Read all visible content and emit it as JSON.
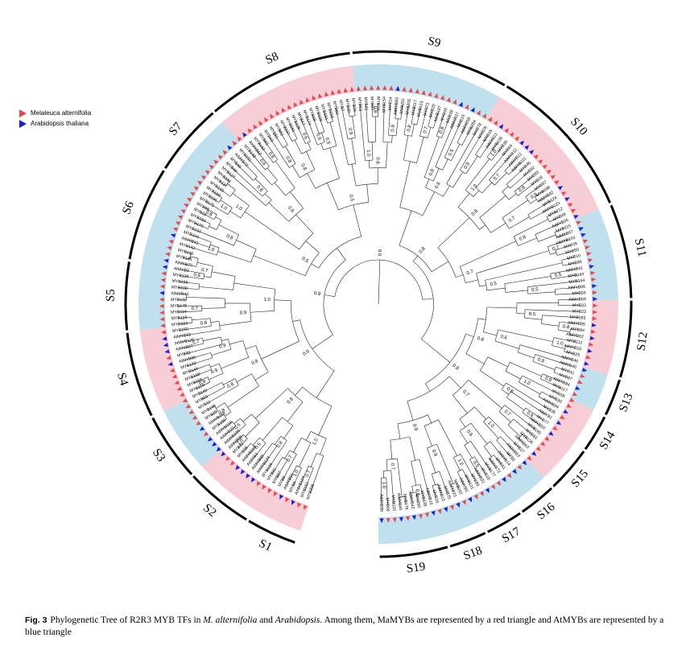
{
  "legend": {
    "items": [
      {
        "label": "Melaleuca alternifolia",
        "color": "#e8474f"
      },
      {
        "label": "Arabidopsis thaliana",
        "color": "#1a21c9"
      }
    ]
  },
  "colors": {
    "pink_band": "#f7cdd6",
    "blue_band": "#bfe0ec",
    "red_marker": "#e8474f",
    "blue_marker": "#1a21c9"
  },
  "clades": [
    {
      "label": "S1",
      "band": "pink"
    },
    {
      "label": "S2",
      "band": "pink"
    },
    {
      "label": "S3",
      "band": "blue"
    },
    {
      "label": "S4",
      "band": "pink"
    },
    {
      "label": "S5",
      "band": "blue"
    },
    {
      "label": "S6",
      "band": "blue"
    },
    {
      "label": "S7",
      "band": "blue"
    },
    {
      "label": "S8",
      "band": "pink"
    },
    {
      "label": "S9",
      "band": "blue"
    },
    {
      "label": "S10",
      "band": "pink"
    },
    {
      "label": "S11",
      "band": "blue"
    },
    {
      "label": "S12",
      "band": "pink"
    },
    {
      "label": "S13",
      "band": "blue"
    },
    {
      "label": "S14",
      "band": "pink"
    },
    {
      "label": "S15",
      "band": "pink"
    },
    {
      "label": "S16",
      "band": "blue"
    },
    {
      "label": "S17",
      "band": "blue"
    },
    {
      "label": "S18",
      "band": "blue"
    },
    {
      "label": "S19",
      "band": "blue"
    }
  ],
  "leaf_labels": [
    "MYB208",
    "MYB152",
    "AtMYB104",
    "MYB9",
    "AtMYB91",
    "MYB6",
    "MYB67",
    "MYB81",
    "MYB136",
    "AtMYB124",
    "AtMYB88",
    "AtMYB4",
    "AtMYB119",
    "MYB38",
    "MYB31",
    "AtMYB98",
    "AtMYB100",
    "AtMYB22",
    "AtMYB115",
    "MYB160",
    "AtMYB118",
    "MYB22",
    "MYB146",
    "MYB11",
    "MYB59",
    "MYB140",
    "MYB159",
    "MYB165",
    "MYB158",
    "MYB144",
    "MYB143",
    "AtMYB65",
    "MYB32",
    "AtMYB97",
    "AtMYB120",
    "AtMYB33",
    "MYB150",
    "MYB103",
    "MYB125",
    "MYB114",
    "MYB178",
    "MYB192",
    "AtMYB44",
    "MYB108",
    "MYB196",
    "MYB139",
    "AtMYB3",
    "AtMYB77",
    "MYB185",
    "MYB190",
    "MYB142",
    "AtMYB41",
    "MYB104",
    "MYB133",
    "MYB170",
    "MYB169",
    "MYB15",
    "MYB98",
    "MYB173",
    "MYB195",
    "MYB188",
    "MYB149",
    "MYB137",
    "MYB184",
    "MYB127",
    "MYB40",
    "MYB48",
    "AtMYB72",
    "MYB191",
    "MYB148",
    "AtMYB62",
    "MYB162",
    "MYB63",
    "MYB43",
    "MYB51",
    "MYB52",
    "MYB197",
    "MYB161",
    "MYB135",
    "MYB47",
    "MYB174",
    "MYB68",
    "MYB109",
    "MYB163",
    "MYB118",
    "MYB60",
    "MYB7",
    "MYB20",
    "MYB34",
    "MYB53",
    "MYB21",
    "MYB57",
    "MYB74",
    "MYB154",
    "MYB14",
    "AtMYB83",
    "MYB201",
    "MYB205",
    "MYB117",
    "MYB123",
    "MYB71",
    "MYB29",
    "MYB187",
    "MYB45",
    "MYB39",
    "AtMYB37",
    "MYB19",
    "AtMYB58",
    "MYB204",
    "MYB78",
    "MYB28",
    "MYB18",
    "AtMYB23",
    "MYB135",
    "MYB36",
    "MYB64",
    "AtMYB12",
    "AtMYB11",
    "AtMYB111",
    "MYB46",
    "MYB92",
    "MYB93",
    "MYB26",
    "MYB57",
    "MYB186",
    "AtMYB82",
    "MYB124",
    "AtMYB123",
    "MYB212",
    "MYB49",
    "AtMYB26",
    "MYB115",
    "AtMYB67",
    "AtMYB103",
    "MYB39",
    "MYB50",
    "MYB10",
    "MYB89",
    "AtMYB61",
    "MYB194",
    "MYB164",
    "AtMYB66",
    "MYB55",
    "AtMYB59",
    "MYB33",
    "MYB23",
    "MYB183",
    "AtMYB85",
    "MYB84",
    "AtMYB62",
    "MYB112",
    "AtMYB19",
    "MYB25",
    "AtMYB46",
    "AtMYB40",
    "MYB41",
    "MYB87",
    "AtMYB84",
    "MYB117",
    "MYB58",
    "MYB30",
    "AtMYB94",
    "MYB35",
    "AtMYB1",
    "MYB77",
    "AtMYB50",
    "MYB140",
    "MYB83",
    "MYB126",
    "AtMYB63",
    "MYB27",
    "AtMYB53",
    "MYB2",
    "AtMYB14",
    "MYB61",
    "AtMYB72",
    "MYB177",
    "MYB18",
    "AtMYB32",
    "MYB83",
    "MYB121",
    "AtMYB5",
    "MYB202",
    "AtMYB21",
    "MYB75",
    "AtMYB15",
    "MYB16",
    "AtMYB16",
    "MYB138",
    "MYB90",
    "AtMYB42",
    "MYB176",
    "AtMYB45",
    "MYB120",
    "MYB66",
    "AtMYB86"
  ],
  "bootstrap_values": [
    "1.0",
    "0.9",
    "0.8",
    "0.7",
    "0.6",
    "0.5"
  ],
  "caption": {
    "label": "Fig. 3",
    "text_1": "Phylogenetic Tree of R2R3 MYB TFs in ",
    "italic_1": "M. alternifolia",
    "text_2": " and ",
    "italic_2": "Arabidopsis",
    "text_3": ". Among them, MaMYBs are represented by a red triangle and AtMYBs are represented by a blue triangle"
  }
}
